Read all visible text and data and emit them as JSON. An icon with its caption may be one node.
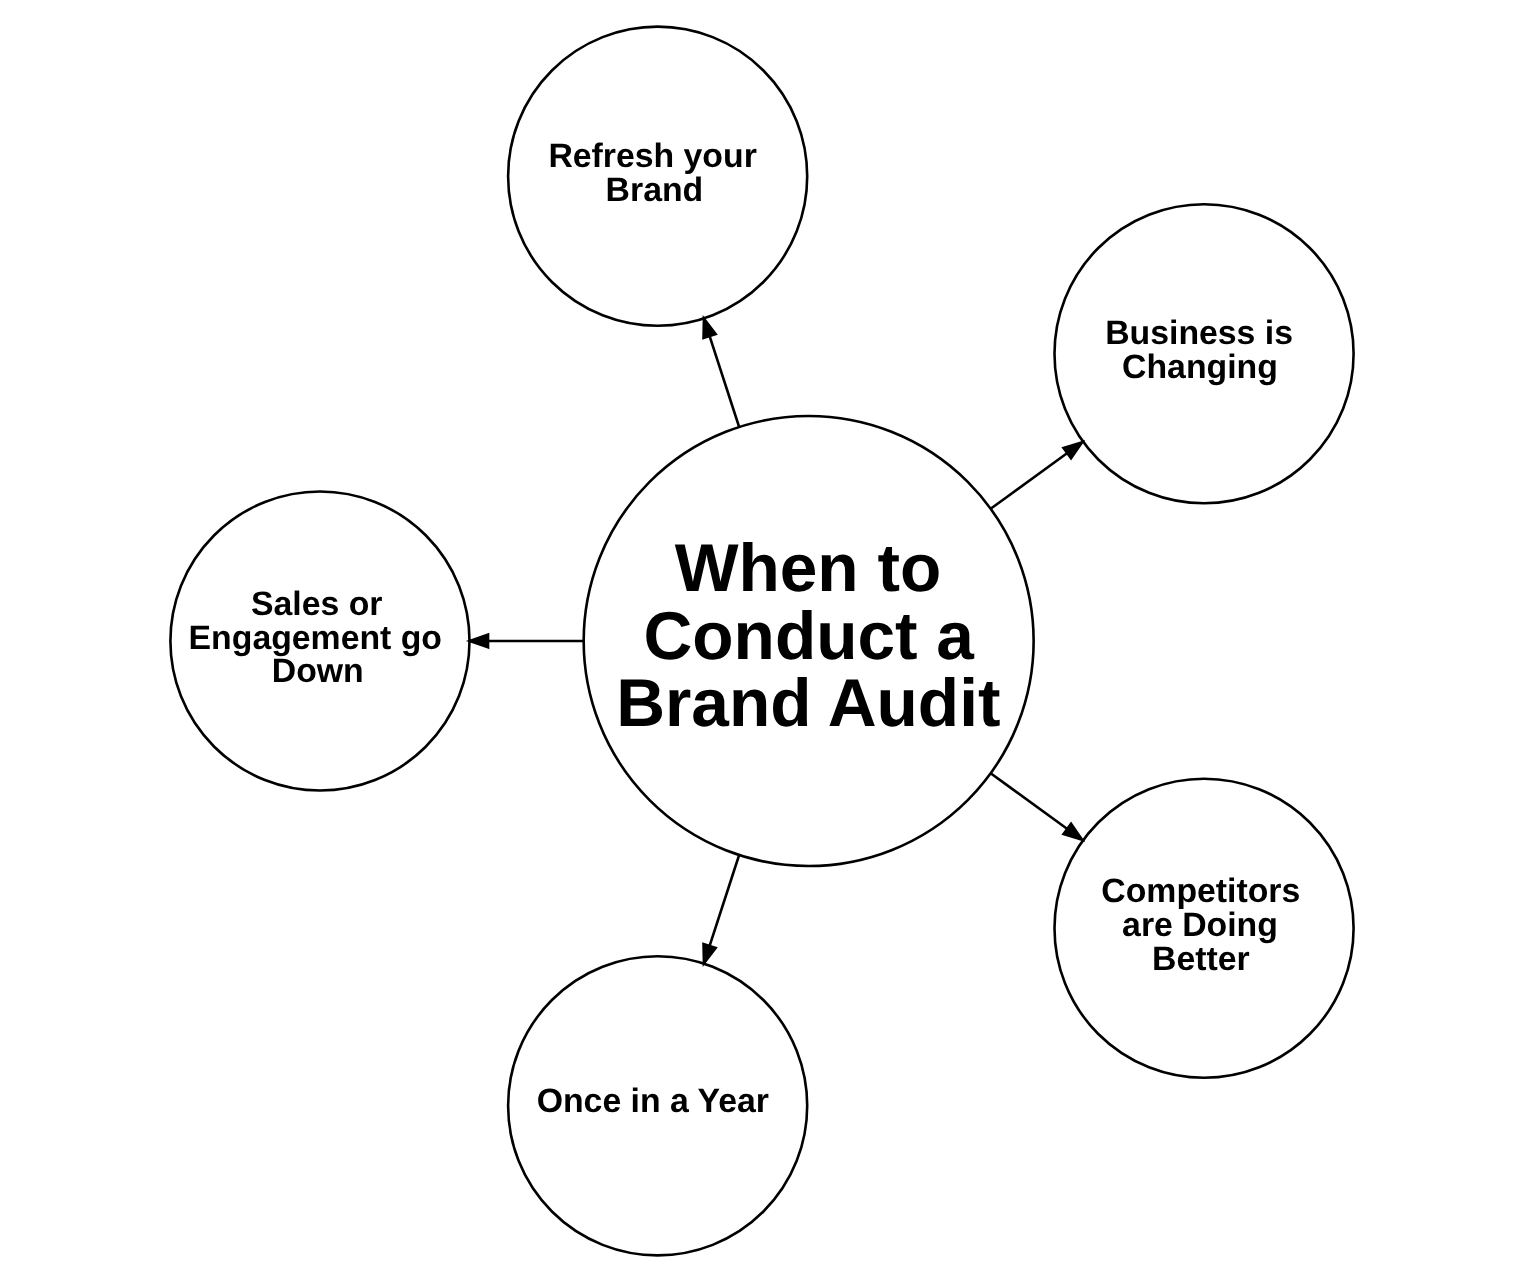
{
  "diagram": {
    "nodes": [
      {
        "text": [
          "Business is Changing"
        ]
      },
      {
        "text": [
          "Refresh your Brand"
        ]
      },
      {
        "text": [
          "Sales or Engagement go Down"
        ]
      },
      {
        "text": [
          "When to Conduct a Brand Audit"
        ]
      },
      {
        "text": [
          "Once in a Year"
        ]
      },
      {
        "text": [
          "Competitors are Doing Better"
        ]
      }
    ],
    "edges": [
      {
        "from": 3,
        "to": 0,
        "arrow": "to"
      },
      {
        "from": 3,
        "to": 1,
        "arrow": "to"
      },
      {
        "from": 3,
        "to": 2,
        "arrow": "to"
      },
      {
        "from": 3,
        "to": 4,
        "arrow": "to"
      },
      {
        "from": 3,
        "to": 5,
        "arrow": "to"
      }
    ]
  }
}
